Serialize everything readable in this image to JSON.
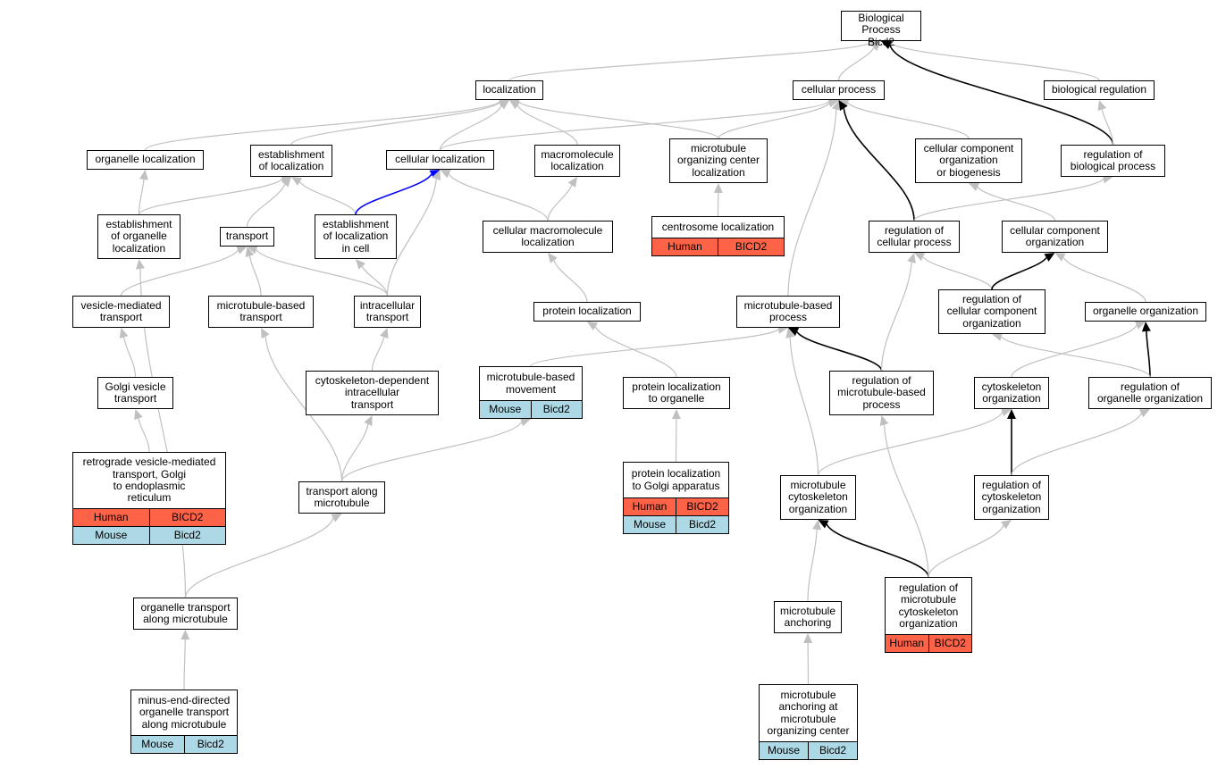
{
  "colors": {
    "edge_gray": "#c0c0c0",
    "edge_black": "#000000",
    "edge_blue": "#0000ff",
    "human": "#ff6347",
    "mouse": "#add8e6"
  },
  "nodes": [
    {
      "id": "bp",
      "label": "Biological Process\nBicd2"
    },
    {
      "id": "loc",
      "label": "localization"
    },
    {
      "id": "cp",
      "label": "cellular process"
    },
    {
      "id": "br",
      "label": "biological regulation"
    },
    {
      "id": "ol",
      "label": "organelle localization"
    },
    {
      "id": "eol",
      "label": "establishment\nof localization"
    },
    {
      "id": "cl",
      "label": "cellular localization"
    },
    {
      "id": "mloc",
      "label": "macromolecule\nlocalization"
    },
    {
      "id": "mocl",
      "label": "microtubule\norganizing center\nlocalization"
    },
    {
      "id": "ccob",
      "label": "cellular component\norganization\nor biogenesis"
    },
    {
      "id": "rbp",
      "label": "regulation of\nbiological process"
    },
    {
      "id": "eoloc",
      "label": "establishment\nof organelle\nlocalization"
    },
    {
      "id": "tr",
      "label": "transport"
    },
    {
      "id": "elc",
      "label": "establishment\nof localization\nin cell"
    },
    {
      "id": "cml",
      "label": "cellular macromolecule\nlocalization"
    },
    {
      "id": "cenl",
      "label": "centrosome localization",
      "ann": [
        {
          "sp": "Human",
          "gene": "BICD2"
        }
      ]
    },
    {
      "id": "rcp",
      "label": "regulation of\ncellular process"
    },
    {
      "id": "cco",
      "label": "cellular component\norganization"
    },
    {
      "id": "vmt",
      "label": "vesicle-mediated\ntransport"
    },
    {
      "id": "mbt",
      "label": "microtubule-based\ntransport"
    },
    {
      "id": "ict",
      "label": "intracellular\ntransport"
    },
    {
      "id": "pl",
      "label": "protein localization"
    },
    {
      "id": "mbp",
      "label": "microtubule-based\nprocess"
    },
    {
      "id": "rcco",
      "label": "regulation of\ncellular component\norganization"
    },
    {
      "id": "oo",
      "label": "organelle organization"
    },
    {
      "id": "gvt",
      "label": "Golgi vesicle\ntransport"
    },
    {
      "id": "cdit",
      "label": "cytoskeleton-dependent\nintracellular\ntransport"
    },
    {
      "id": "mbm",
      "label": "microtubule-based\nmovement",
      "ann": [
        {
          "sp": "Mouse",
          "gene": "Bicd2"
        }
      ]
    },
    {
      "id": "plo",
      "label": "protein localization\nto organelle"
    },
    {
      "id": "rmbp",
      "label": "regulation of\nmicrotubule-based\nprocess"
    },
    {
      "id": "co",
      "label": "cytoskeleton\norganization"
    },
    {
      "id": "roo",
      "label": "regulation of\norganelle organization"
    },
    {
      "id": "rvmt",
      "label": "retrograde vesicle-mediated\ntransport, Golgi\nto endoplasmic\nreticulum",
      "ann": [
        {
          "sp": "Human",
          "gene": "BICD2"
        },
        {
          "sp": "Mouse",
          "gene": "Bicd2"
        }
      ]
    },
    {
      "id": "tam",
      "label": "transport along\nmicrotubule"
    },
    {
      "id": "plga",
      "label": "protein localization\nto Golgi apparatus",
      "ann": [
        {
          "sp": "Human",
          "gene": "BICD2"
        },
        {
          "sp": "Mouse",
          "gene": "Bicd2"
        }
      ]
    },
    {
      "id": "mco",
      "label": "microtubule\ncytoskeleton\norganization"
    },
    {
      "id": "rco",
      "label": "regulation of\ncytoskeleton\norganization"
    },
    {
      "id": "rmco",
      "label": "regulation of\nmicrotubule\ncytoskeleton\norganization",
      "ann": [
        {
          "sp": "Human",
          "gene": "BICD2"
        }
      ]
    },
    {
      "id": "otam",
      "label": "organelle transport\nalong microtubule"
    },
    {
      "id": "ma",
      "label": "microtubule\nanchoring"
    },
    {
      "id": "medo",
      "label": "minus-end-directed\norganelle transport\nalong microtubule",
      "ann": [
        {
          "sp": "Mouse",
          "gene": "Bicd2"
        }
      ]
    },
    {
      "id": "mamoc",
      "label": "microtubule\nanchoring at\nmicrotubule\norganizing center",
      "ann": [
        {
          "sp": "Mouse",
          "gene": "Bicd2"
        }
      ]
    }
  ],
  "edges": [
    {
      "from": "loc",
      "to": "bp",
      "c": "gray"
    },
    {
      "from": "cp",
      "to": "bp",
      "c": "gray"
    },
    {
      "from": "br",
      "to": "bp",
      "c": "gray"
    },
    {
      "from": "rbp",
      "to": "bp",
      "c": "black"
    },
    {
      "from": "ol",
      "to": "loc",
      "c": "gray"
    },
    {
      "from": "eol",
      "to": "loc",
      "c": "gray"
    },
    {
      "from": "cl",
      "to": "loc",
      "c": "gray"
    },
    {
      "from": "mloc",
      "to": "loc",
      "c": "gray"
    },
    {
      "from": "mocl",
      "to": "loc",
      "c": "gray"
    },
    {
      "from": "cl",
      "to": "cp",
      "c": "gray"
    },
    {
      "from": "mocl",
      "to": "cp",
      "c": "gray"
    },
    {
      "from": "ccob",
      "to": "cp",
      "c": "gray"
    },
    {
      "from": "mbp",
      "to": "cp",
      "c": "gray"
    },
    {
      "from": "rcp",
      "to": "cp",
      "c": "black"
    },
    {
      "from": "rbp",
      "to": "br",
      "c": "gray"
    },
    {
      "from": "eoloc",
      "to": "ol",
      "c": "gray"
    },
    {
      "from": "eoloc",
      "to": "eol",
      "c": "gray"
    },
    {
      "from": "tr",
      "to": "eol",
      "c": "gray"
    },
    {
      "from": "elc",
      "to": "eol",
      "c": "gray"
    },
    {
      "from": "elc",
      "to": "cl",
      "c": "blue"
    },
    {
      "from": "ict",
      "to": "cl",
      "c": "gray"
    },
    {
      "from": "cml",
      "to": "mloc",
      "c": "gray"
    },
    {
      "from": "cml",
      "to": "cl",
      "c": "gray"
    },
    {
      "from": "cenl",
      "to": "mocl",
      "c": "gray"
    },
    {
      "from": "cco",
      "to": "ccob",
      "c": "gray"
    },
    {
      "from": "rcp",
      "to": "rbp",
      "c": "gray"
    },
    {
      "from": "rcco",
      "to": "rcp",
      "c": "gray"
    },
    {
      "from": "rcco",
      "to": "cco",
      "c": "black"
    },
    {
      "from": "oo",
      "to": "cco",
      "c": "gray"
    },
    {
      "from": "vmt",
      "to": "tr",
      "c": "gray"
    },
    {
      "from": "mbt",
      "to": "tr",
      "c": "gray"
    },
    {
      "from": "ict",
      "to": "tr",
      "c": "gray"
    },
    {
      "from": "ict",
      "to": "elc",
      "c": "gray"
    },
    {
      "from": "pl",
      "to": "cml",
      "c": "gray"
    },
    {
      "from": "gvt",
      "to": "vmt",
      "c": "gray"
    },
    {
      "from": "cdit",
      "to": "ict",
      "c": "gray"
    },
    {
      "from": "mbm",
      "to": "mbp",
      "c": "gray"
    },
    {
      "from": "plo",
      "to": "pl",
      "c": "gray"
    },
    {
      "from": "rmbp",
      "to": "mbp",
      "c": "black"
    },
    {
      "from": "rmbp",
      "to": "rcp",
      "c": "gray"
    },
    {
      "from": "co",
      "to": "oo",
      "c": "gray"
    },
    {
      "from": "roo",
      "to": "oo",
      "c": "black"
    },
    {
      "from": "roo",
      "to": "rcco",
      "c": "gray"
    },
    {
      "from": "rvmt",
      "to": "gvt",
      "c": "gray"
    },
    {
      "from": "tam",
      "to": "mbt",
      "c": "gray"
    },
    {
      "from": "tam",
      "to": "cdit",
      "c": "gray"
    },
    {
      "from": "tam",
      "to": "mbm",
      "c": "gray"
    },
    {
      "from": "plga",
      "to": "plo",
      "c": "gray"
    },
    {
      "from": "mco",
      "to": "mbp",
      "c": "gray"
    },
    {
      "from": "mco",
      "to": "co",
      "c": "gray"
    },
    {
      "from": "rco",
      "to": "co",
      "c": "black"
    },
    {
      "from": "rco",
      "to": "roo",
      "c": "gray"
    },
    {
      "from": "rmco",
      "to": "mco",
      "c": "black"
    },
    {
      "from": "rmco",
      "to": "rco",
      "c": "gray"
    },
    {
      "from": "rmco",
      "to": "rmbp",
      "c": "gray"
    },
    {
      "from": "otam",
      "to": "tam",
      "c": "gray"
    },
    {
      "from": "otam",
      "to": "eoloc",
      "c": "gray"
    },
    {
      "from": "medo",
      "to": "otam",
      "c": "gray"
    },
    {
      "from": "ma",
      "to": "mco",
      "c": "gray"
    },
    {
      "from": "mamoc",
      "to": "ma",
      "c": "gray"
    }
  ]
}
